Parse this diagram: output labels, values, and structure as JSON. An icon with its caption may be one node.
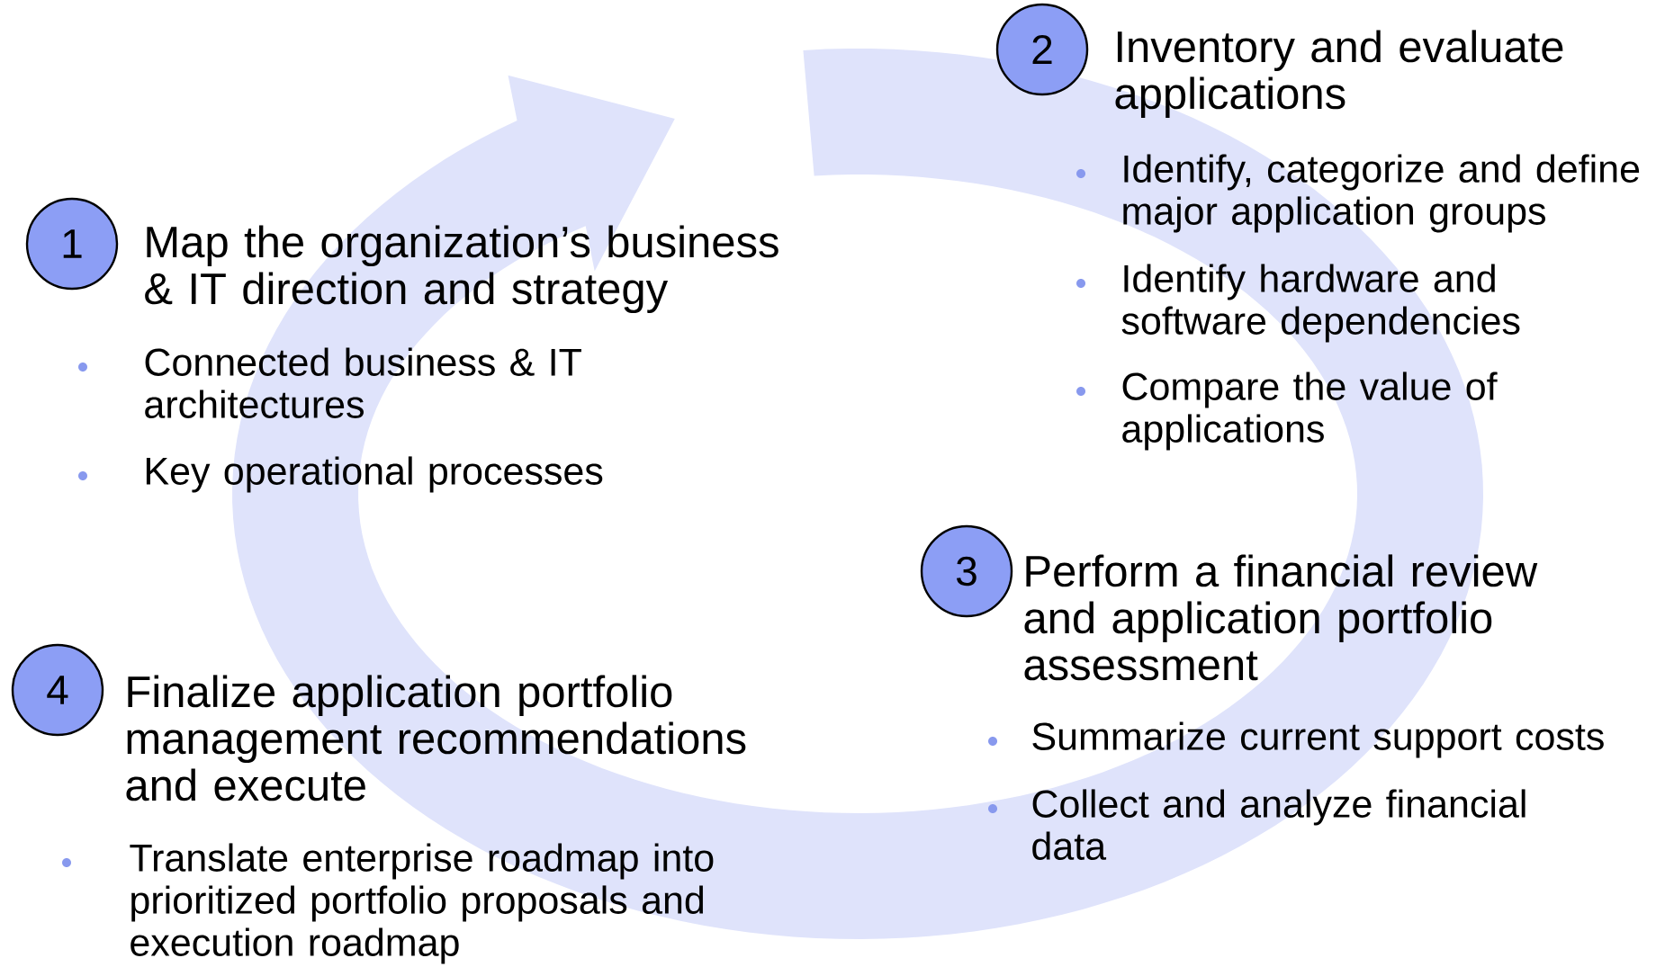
{
  "diagram": {
    "nodes": [
      {
        "text": [
          "1"
        ],
        "beside": [
          "Map the organization’s business & IT direction and strategy",
          "Connected business & IT architectures",
          "Key operational processes"
        ]
      },
      {
        "text": [
          "2"
        ],
        "beside": [
          "Inventory and evaluate applications",
          "Identify, categorize and define major application groups",
          "Identify hardware and software dependencies",
          "Compare the value of applications"
        ]
      },
      {
        "text": [
          "3"
        ],
        "beside": [
          "Perform a financial review and application portfolio assessment",
          "Summarize current support costs",
          "Collect and analyze financial data"
        ]
      },
      {
        "text": [
          "4"
        ],
        "beside": [
          "Finalize application portfolio management recommendations and execute",
          "Translate enterprise roadmap into prioritized portfolio proposals and execution roadmap"
        ]
      }
    ]
  }
}
